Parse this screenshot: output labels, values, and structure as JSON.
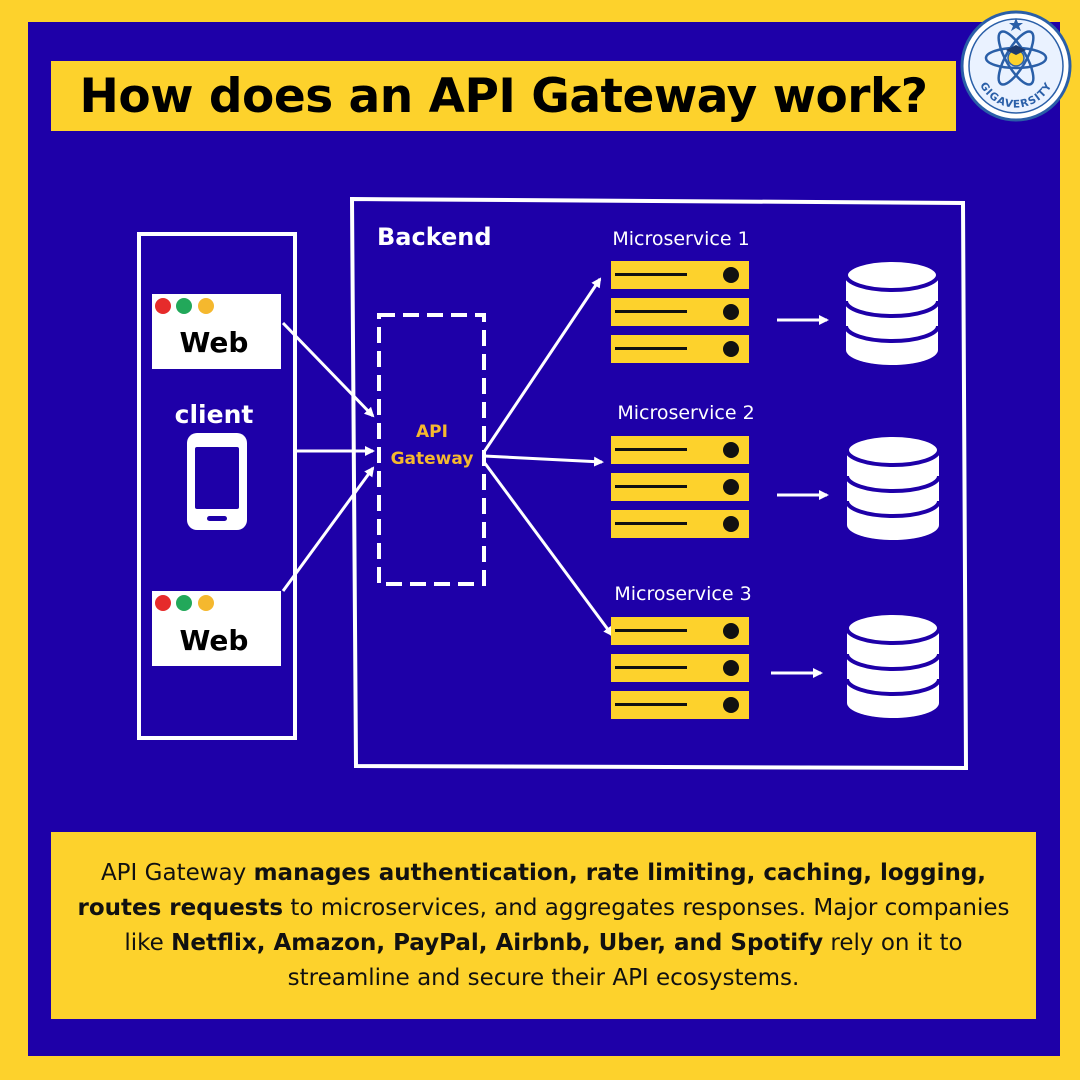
{
  "title": "How does an API Gateway work?",
  "logo": {
    "text": "GIGAVERSITY",
    "icon": "atom-graduate-icon"
  },
  "client": {
    "label": "client",
    "web_top": "Web",
    "web_bottom": "Web",
    "phone_icon": "smartphone-icon",
    "browser_dot_colors": [
      "#e62b2b",
      "#22a85a",
      "#f5b82e"
    ]
  },
  "backend": {
    "label": "Backend",
    "gateway_line1": "API",
    "gateway_line2": "Gateway",
    "microservices": [
      {
        "label": "Microservice 1"
      },
      {
        "label": "Microservice 2"
      },
      {
        "label": "Microservice 3"
      }
    ],
    "database_icon": "database-icon",
    "server_icon": "server-rack-icon"
  },
  "description": {
    "p1": "API Gateway ",
    "b1": "manages authentication, rate limiting, caching, logging, routes requests",
    "p2": " to microservices, and aggregates responses. Major companies like ",
    "b2": "Netflix, Amazon, PayPal, Airbnb, Uber, and Spotify",
    "p3": " rely on it to streamline and secure their API ecosystems."
  },
  "colors": {
    "background_yellow": "#fdd22c",
    "panel_blue": "#1e00a8",
    "gateway_text": "#f5b82e",
    "white": "#ffffff"
  }
}
